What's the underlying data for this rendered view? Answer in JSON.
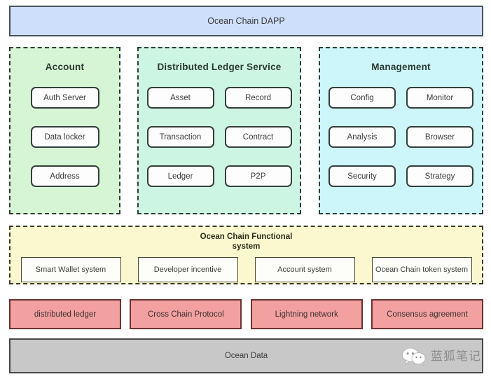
{
  "banner": {
    "title": "Ocean Chain  DAPP"
  },
  "panels": [
    {
      "id": "account",
      "title": "Account",
      "columns": 1,
      "items": [
        "Auth Server",
        "Data locker",
        "Address"
      ]
    },
    {
      "id": "dls",
      "title": "Distributed Ledger Service",
      "columns": 2,
      "items": [
        "Asset",
        "Record",
        "Transaction",
        "Contract",
        "Ledger",
        "P2P"
      ]
    },
    {
      "id": "mgmt",
      "title": "Management",
      "columns": 2,
      "items": [
        "Config",
        "Monitor",
        "Analysis",
        "Browser",
        "Security",
        "Strategy"
      ]
    }
  ],
  "functional": {
    "title_line1": "Ocean Chain Functional",
    "title_line2": "system",
    "items": [
      "Smart Wallet system",
      "Developer incentive",
      "Account system",
      "Ocean Chain token system"
    ]
  },
  "protocols": [
    "distributed ledger",
    "Cross Chain Protocol",
    "Lightning network",
    "Consensus agreement"
  ],
  "data_layer": {
    "title": "Ocean Data"
  },
  "watermark": {
    "icon": "wechat-icon",
    "text": "蓝狐笔记"
  },
  "colors": {
    "banner_fill": "#cddffa",
    "account_fill": "#d6f5d4",
    "dls_fill": "#cdf5e3",
    "mgmt_fill": "#ccf6f9",
    "functional_fill": "#fbf8cf",
    "protocol_fill": "#f2a0a0",
    "data_fill": "#c8c8c8",
    "border_dark": "#2f3b36"
  }
}
